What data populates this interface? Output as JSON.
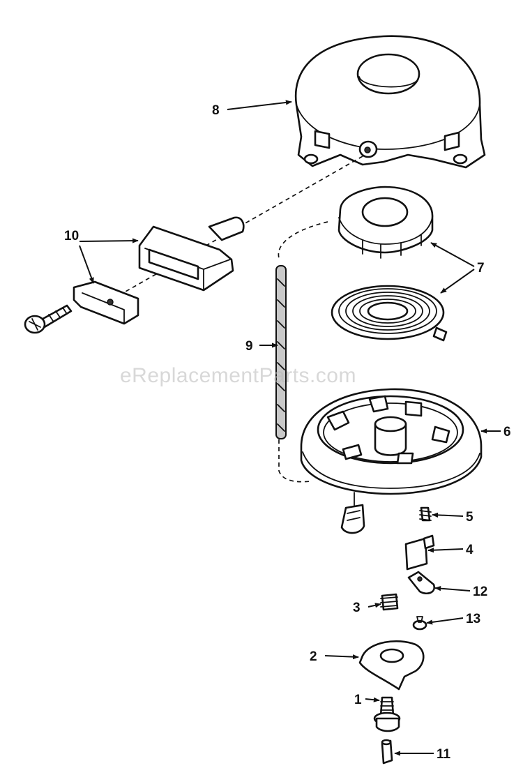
{
  "watermark": "eReplacementParts.com",
  "callouts": [
    {
      "id": "1",
      "label": "1"
    },
    {
      "id": "2",
      "label": "2"
    },
    {
      "id": "3",
      "label": "3"
    },
    {
      "id": "4",
      "label": "4"
    },
    {
      "id": "5",
      "label": "5"
    },
    {
      "id": "6",
      "label": "6"
    },
    {
      "id": "7",
      "label": "7"
    },
    {
      "id": "8",
      "label": "8"
    },
    {
      "id": "9",
      "label": "9"
    },
    {
      "id": "10",
      "label": "10"
    },
    {
      "id": "11",
      "label": "11"
    },
    {
      "id": "12",
      "label": "12"
    },
    {
      "id": "13",
      "label": "13"
    }
  ]
}
